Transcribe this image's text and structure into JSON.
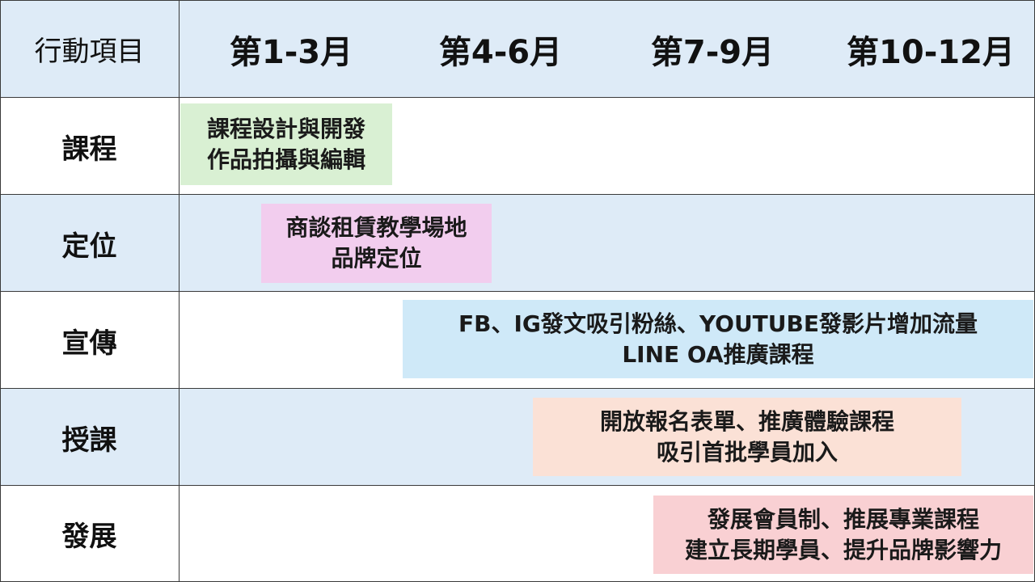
{
  "table": {
    "corner_label": "行動項目",
    "columns": [
      "第1-3月",
      "第4-6月",
      "第7-9月",
      "第10-12月"
    ],
    "rows": [
      "課程",
      "定位",
      "宣傳",
      "授課",
      "發展"
    ]
  },
  "tasks": [
    {
      "row": "課程",
      "lines": [
        "課程設計與開發",
        "作品拍攝與編輯"
      ],
      "color": "#d9f0d3"
    },
    {
      "row": "定位",
      "lines": [
        "商談租賃教學場地",
        "品牌定位"
      ],
      "color": "#f2cdee"
    },
    {
      "row": "宣傳",
      "lines": [
        "FB、IG發文吸引粉絲、YOUTUBE發影片增加流量",
        "LINE OA推廣課程"
      ],
      "color": "#cfe9f8"
    },
    {
      "row": "授課",
      "lines": [
        "開放報名表單、推廣體驗課程",
        "吸引首批學員加入"
      ],
      "color": "#fbe1d6"
    },
    {
      "row": "發展",
      "lines": [
        "發展會員制、推展專業課程",
        "建立長期學員、提升品牌影響力"
      ],
      "color": "#f9d0d3"
    }
  ]
}
